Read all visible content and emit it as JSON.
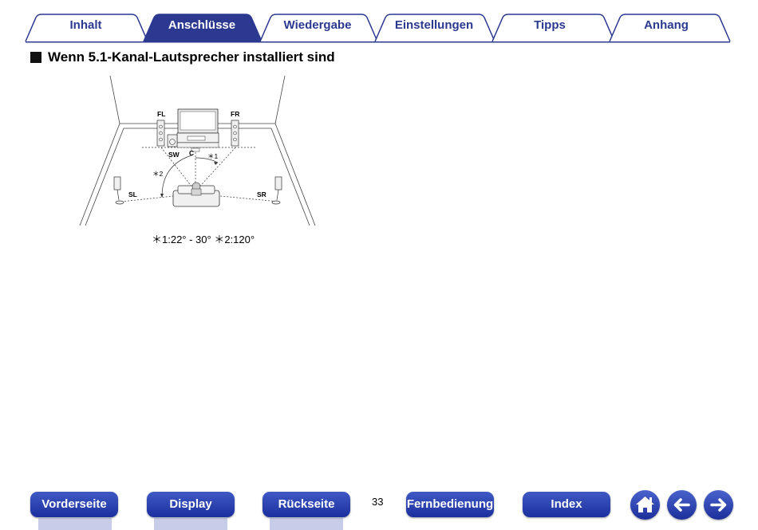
{
  "tabs": [
    {
      "label": "Inhalt",
      "active": false
    },
    {
      "label": "Anschlüsse",
      "active": true
    },
    {
      "label": "Wiedergabe",
      "active": false
    },
    {
      "label": "Einstellungen",
      "active": false
    },
    {
      "label": "Tipps",
      "active": false
    },
    {
      "label": "Anhang",
      "active": false
    }
  ],
  "section": {
    "heading": "Wenn 5.1-Kanal-Lautsprecher installiert sind"
  },
  "diagram": {
    "labels": {
      "fl": "FL",
      "fr": "FR",
      "sw": "SW",
      "c": "C",
      "sl": "SL",
      "sr": "SR",
      "note1": "＊1",
      "note2": "＊2"
    },
    "caption": "＊1:22° - 30°  ＊2:120°"
  },
  "footer": {
    "buttons": [
      "Vorderseite",
      "Display",
      "Rückseite",
      "Fernbedienung",
      "Index"
    ],
    "page_number": "33",
    "icons": [
      "home-icon",
      "arrow-left-icon",
      "arrow-right-icon"
    ]
  },
  "colors": {
    "tab_text": "#2b3990",
    "tab_active_bg": "#2b3990",
    "nav_button": "#2a44b4"
  }
}
